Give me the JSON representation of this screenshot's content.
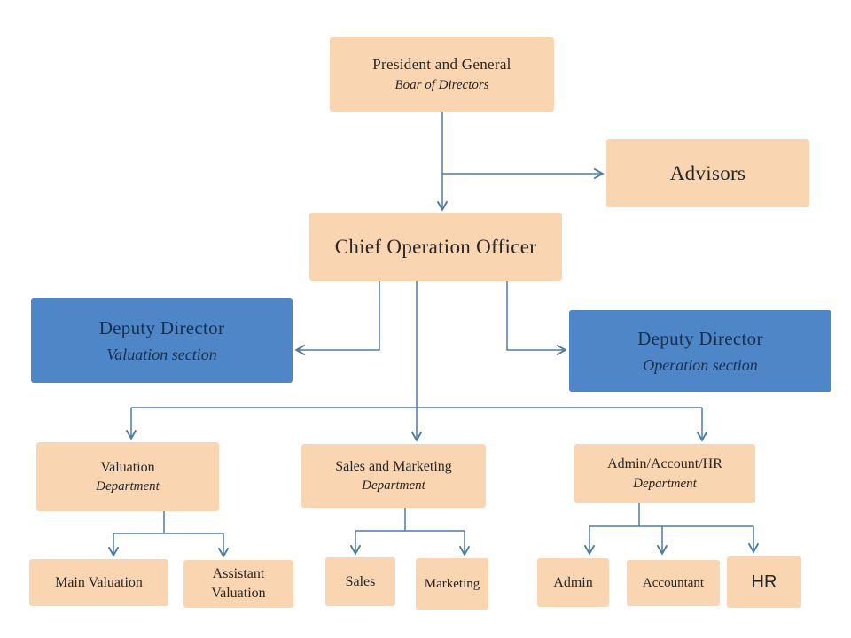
{
  "colors": {
    "peach": "#FAD5B2",
    "blue": "#4E86C8",
    "navy": "#16304F",
    "ink": "#262626",
    "line": "#4E7BA3"
  },
  "diagram": {
    "type": "org-chart",
    "nodes": {
      "president": {
        "line1": "President and General",
        "line2": "Boar of Directors"
      },
      "advisors": {
        "label": "Advisors"
      },
      "coo": {
        "label": "Chief Operation Officer"
      },
      "deputy_valuation": {
        "line1": "Deputy Director",
        "line2": "Valuation section"
      },
      "deputy_operation": {
        "line1": "Deputy Director",
        "line2": "Operation section"
      },
      "valuation_dept": {
        "line1": "Valuation",
        "line2": "Department"
      },
      "sales_marketing_dept": {
        "line1": "Sales and Marketing",
        "line2": "Department"
      },
      "admin_dept": {
        "line1": "Admin/Account/HR",
        "line2": "Department"
      },
      "main_valuation": {
        "label": "Main Valuation"
      },
      "assistant_valuation": {
        "label": "Assistant Valuation"
      },
      "sales": {
        "label": "Sales"
      },
      "marketing": {
        "label": "Marketing"
      },
      "admin": {
        "label": "Admin"
      },
      "accountant": {
        "label": "Accountant"
      },
      "hr": {
        "label": "HR"
      }
    }
  }
}
